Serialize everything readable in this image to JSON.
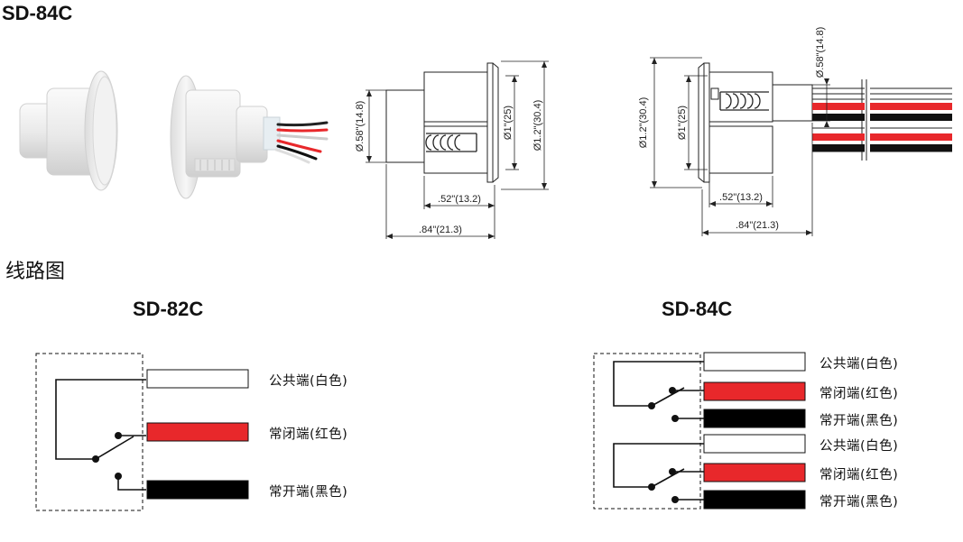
{
  "header": {
    "model": "SD-84C"
  },
  "section": {
    "label": "线路图"
  },
  "drawing_left": {
    "dims": {
      "height_dia": "Ø.58\"(14.8)",
      "inner_dia": "Ø1\"(25)",
      "flange_dia": "Ø1.2\"(30.4)",
      "depth": ".52\"(13.2)",
      "length": ".84\"(21.3)"
    }
  },
  "drawing_right": {
    "dims": {
      "height_dia": "Ø.58\"(14.8)",
      "inner_dia": "Ø1\"(25)",
      "flange_dia": "Ø1.2\"(30.4)",
      "depth": ".52\"(13.2)",
      "length": ".84\"(21.3)"
    }
  },
  "wiring_82c": {
    "title": "SD-82C",
    "wires": [
      {
        "label": "公共端(白色)",
        "color": "#ffffff"
      },
      {
        "label": "常闭端(红色)",
        "color": "#e8282b"
      },
      {
        "label": "常开端(黑色)",
        "color": "#000000"
      }
    ]
  },
  "wiring_84c": {
    "title": "SD-84C",
    "wires": [
      {
        "label": "公共端(白色)",
        "color": "#ffffff"
      },
      {
        "label": "常闭端(红色)",
        "color": "#e8282b"
      },
      {
        "label": "常开端(黑色)",
        "color": "#000000"
      },
      {
        "label": "公共端(白色)",
        "color": "#ffffff"
      },
      {
        "label": "常闭端(红色)",
        "color": "#e8282b"
      },
      {
        "label": "常开端(黑色)",
        "color": "#000000"
      }
    ]
  }
}
